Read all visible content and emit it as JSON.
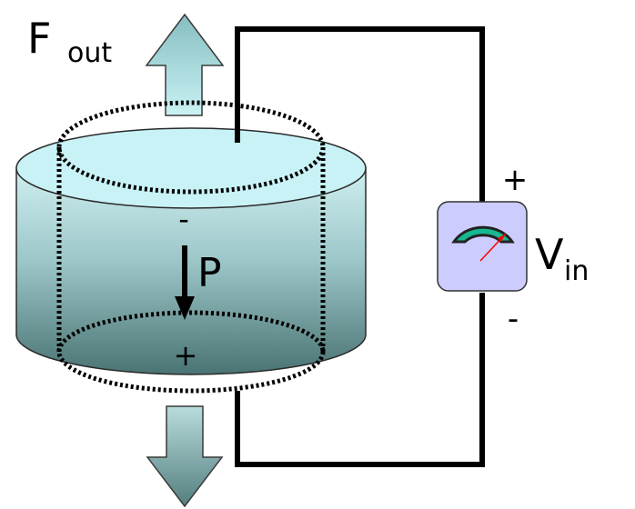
{
  "labels": {
    "force": "F",
    "force_sub": "out",
    "polarization": "P",
    "voltage": "V",
    "voltage_sub": "in",
    "top_charge": "-",
    "bottom_charge": "+",
    "supply_plus": "+",
    "supply_minus": "-"
  },
  "colors": {
    "arrow_top": "#9ed8da",
    "arrow_bottom": "#7fa5a5",
    "cylinder_top": "#c8f2f6",
    "cylinder_body_light": "#cfeff0",
    "cylinder_body_dark": "#4a7373",
    "meter_face": "#ccccff",
    "meter_arc": "#17b890",
    "meter_needle": "#ff0000",
    "wire": "#000000"
  },
  "meter_icon": "analog-voltmeter-icon"
}
